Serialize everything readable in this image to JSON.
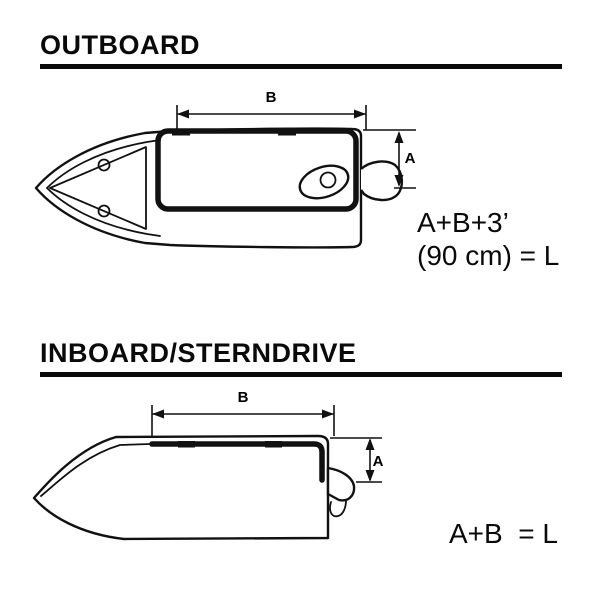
{
  "colors": {
    "ink": "#0a0a0a",
    "background": "#ffffff"
  },
  "outboard": {
    "title": "OUTBOARD",
    "dim_b": "B",
    "dim_a": "A",
    "formula_line1": "A+B+3’",
    "formula_line2": "(90 cm) = L"
  },
  "inboard": {
    "title": "INBOARD/STERNDRIVE",
    "dim_b": "B",
    "dim_a": "A",
    "formula": "A+B  = L"
  }
}
